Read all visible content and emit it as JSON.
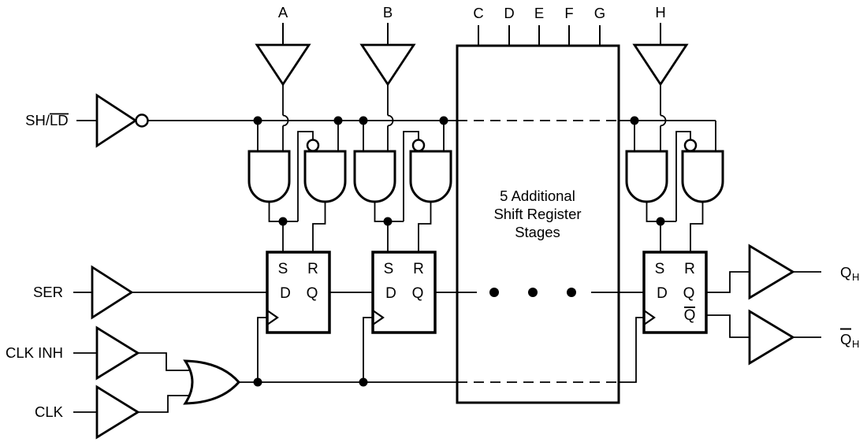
{
  "diagram": {
    "top_pins": {
      "a": "A",
      "b": "B",
      "c": "C",
      "d": "D",
      "e": "E",
      "f": "F",
      "g": "G",
      "h": "H"
    },
    "left_pins": {
      "sh_ld_prefix": "SH/",
      "sh_ld_barred": "LD",
      "ser": "SER",
      "clk_inh": "CLK INH",
      "clk": "CLK"
    },
    "stages_box": {
      "line1": "5 Additional",
      "line2": "Shift Register",
      "line3": "Stages"
    },
    "flip_flop": {
      "set": "S",
      "reset": "R",
      "data": "D",
      "out": "Q",
      "out_bar": "Q"
    },
    "outputs": {
      "qh_base": "Q",
      "qh_sub": "H",
      "qh_bar_base": "Q",
      "qh_bar_sub": "H"
    },
    "colors": {
      "line": "#000000",
      "background": "#ffffff"
    }
  }
}
